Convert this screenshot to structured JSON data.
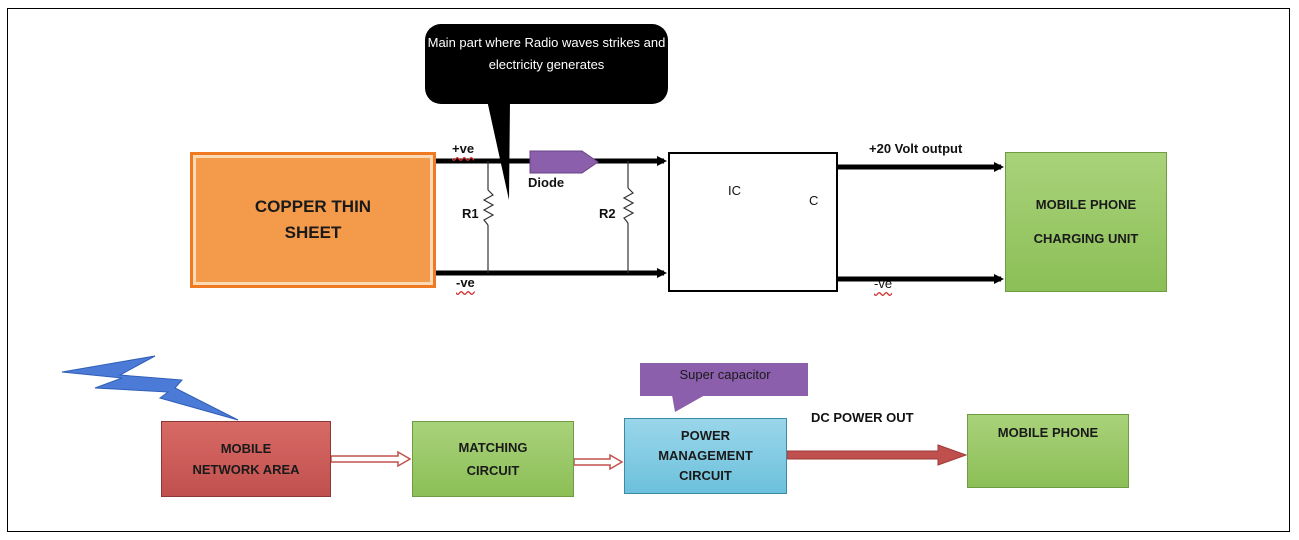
{
  "callout": {
    "text": "Main part where Radio waves strikes and electricity generates"
  },
  "top_diagram": {
    "source": "COPPER THIN SHEET",
    "pos_label": "+ve",
    "neg_label": "-ve",
    "resistor_1": "R1",
    "resistor_2": "R2",
    "diode": "Diode",
    "ic_label": "IC",
    "capacitor_label": "C",
    "output_label": "+20 Volt output",
    "output_neg_label": "-ve",
    "charging_unit_line1": "MOBILE PHONE",
    "charging_unit_line2": "CHARGING UNIT",
    "colors": {
      "copper": "#f39a4b",
      "green": "#8cbf57",
      "diode": "#8b5fab",
      "ic": "#4aa8c9",
      "cap": "#9dc562",
      "red": "#d04a4a"
    }
  },
  "bottom_diagram": {
    "network_line1": "MOBILE",
    "network_line2": "NETWORK AREA",
    "matching_line1": "MATCHING",
    "matching_line2": "CIRCUIT",
    "power_line1": "POWER",
    "power_line2": "MANAGEMENT",
    "power_line3": "CIRCUIT",
    "super_capacitor": "Super capacitor",
    "dc_power_out": "DC POWER OUT",
    "mobile_phone": "MOBILE PHONE",
    "icons": [
      "lightning-bolt-icon"
    ],
    "colors": {
      "network": "#c0504d",
      "green": "#8cbf57",
      "power": "#6cc1dc",
      "callout": "#8b5fab",
      "arrow": "#c0504d"
    }
  }
}
